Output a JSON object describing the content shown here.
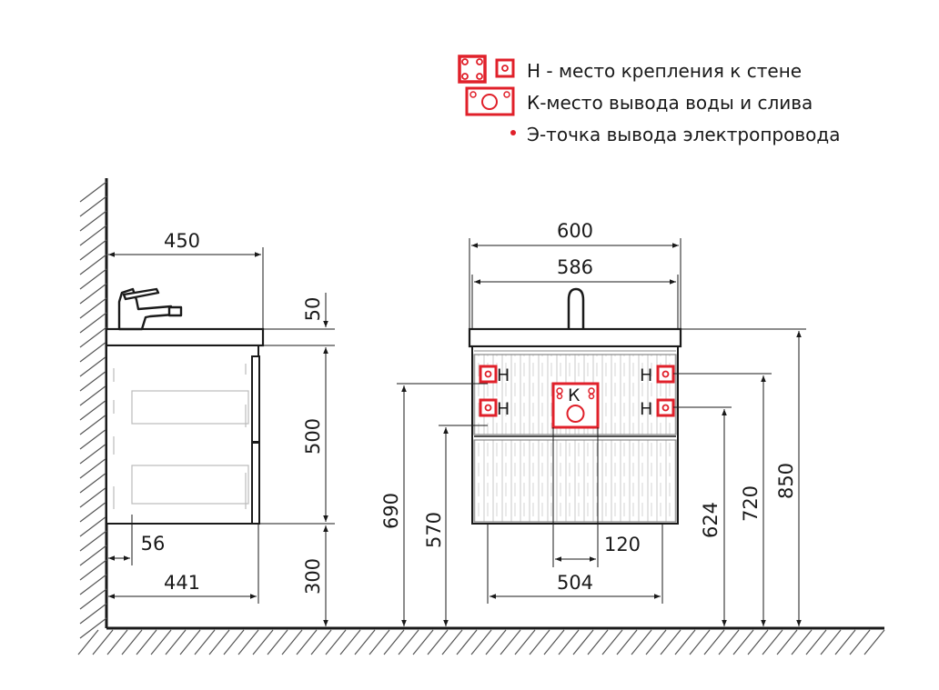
{
  "legend": {
    "wall_mount": "Н - место крепления к стене",
    "water_outlet": "К-место вывода воды и слива",
    "electric_point": "Э-точка вывода электропровода"
  },
  "colors": {
    "accent": "#e0202a",
    "line": "#1a1a1a",
    "hatch": "#555555",
    "drawer_texture": "#b8b8b8"
  },
  "markers": {
    "wall_mount_letter": "Н",
    "water_outlet_letter": "К"
  },
  "side_view": {
    "width_450": "450",
    "height_50": "50",
    "height_500": "500",
    "height_300": "300",
    "offset_56": "56",
    "depth_441": "441"
  },
  "front_view": {
    "width_600": "600",
    "width_586": "586",
    "height_690": "690",
    "height_570": "570",
    "height_624": "624",
    "height_720": "720",
    "height_850": "850",
    "width_120": "120",
    "width_504": "504"
  }
}
